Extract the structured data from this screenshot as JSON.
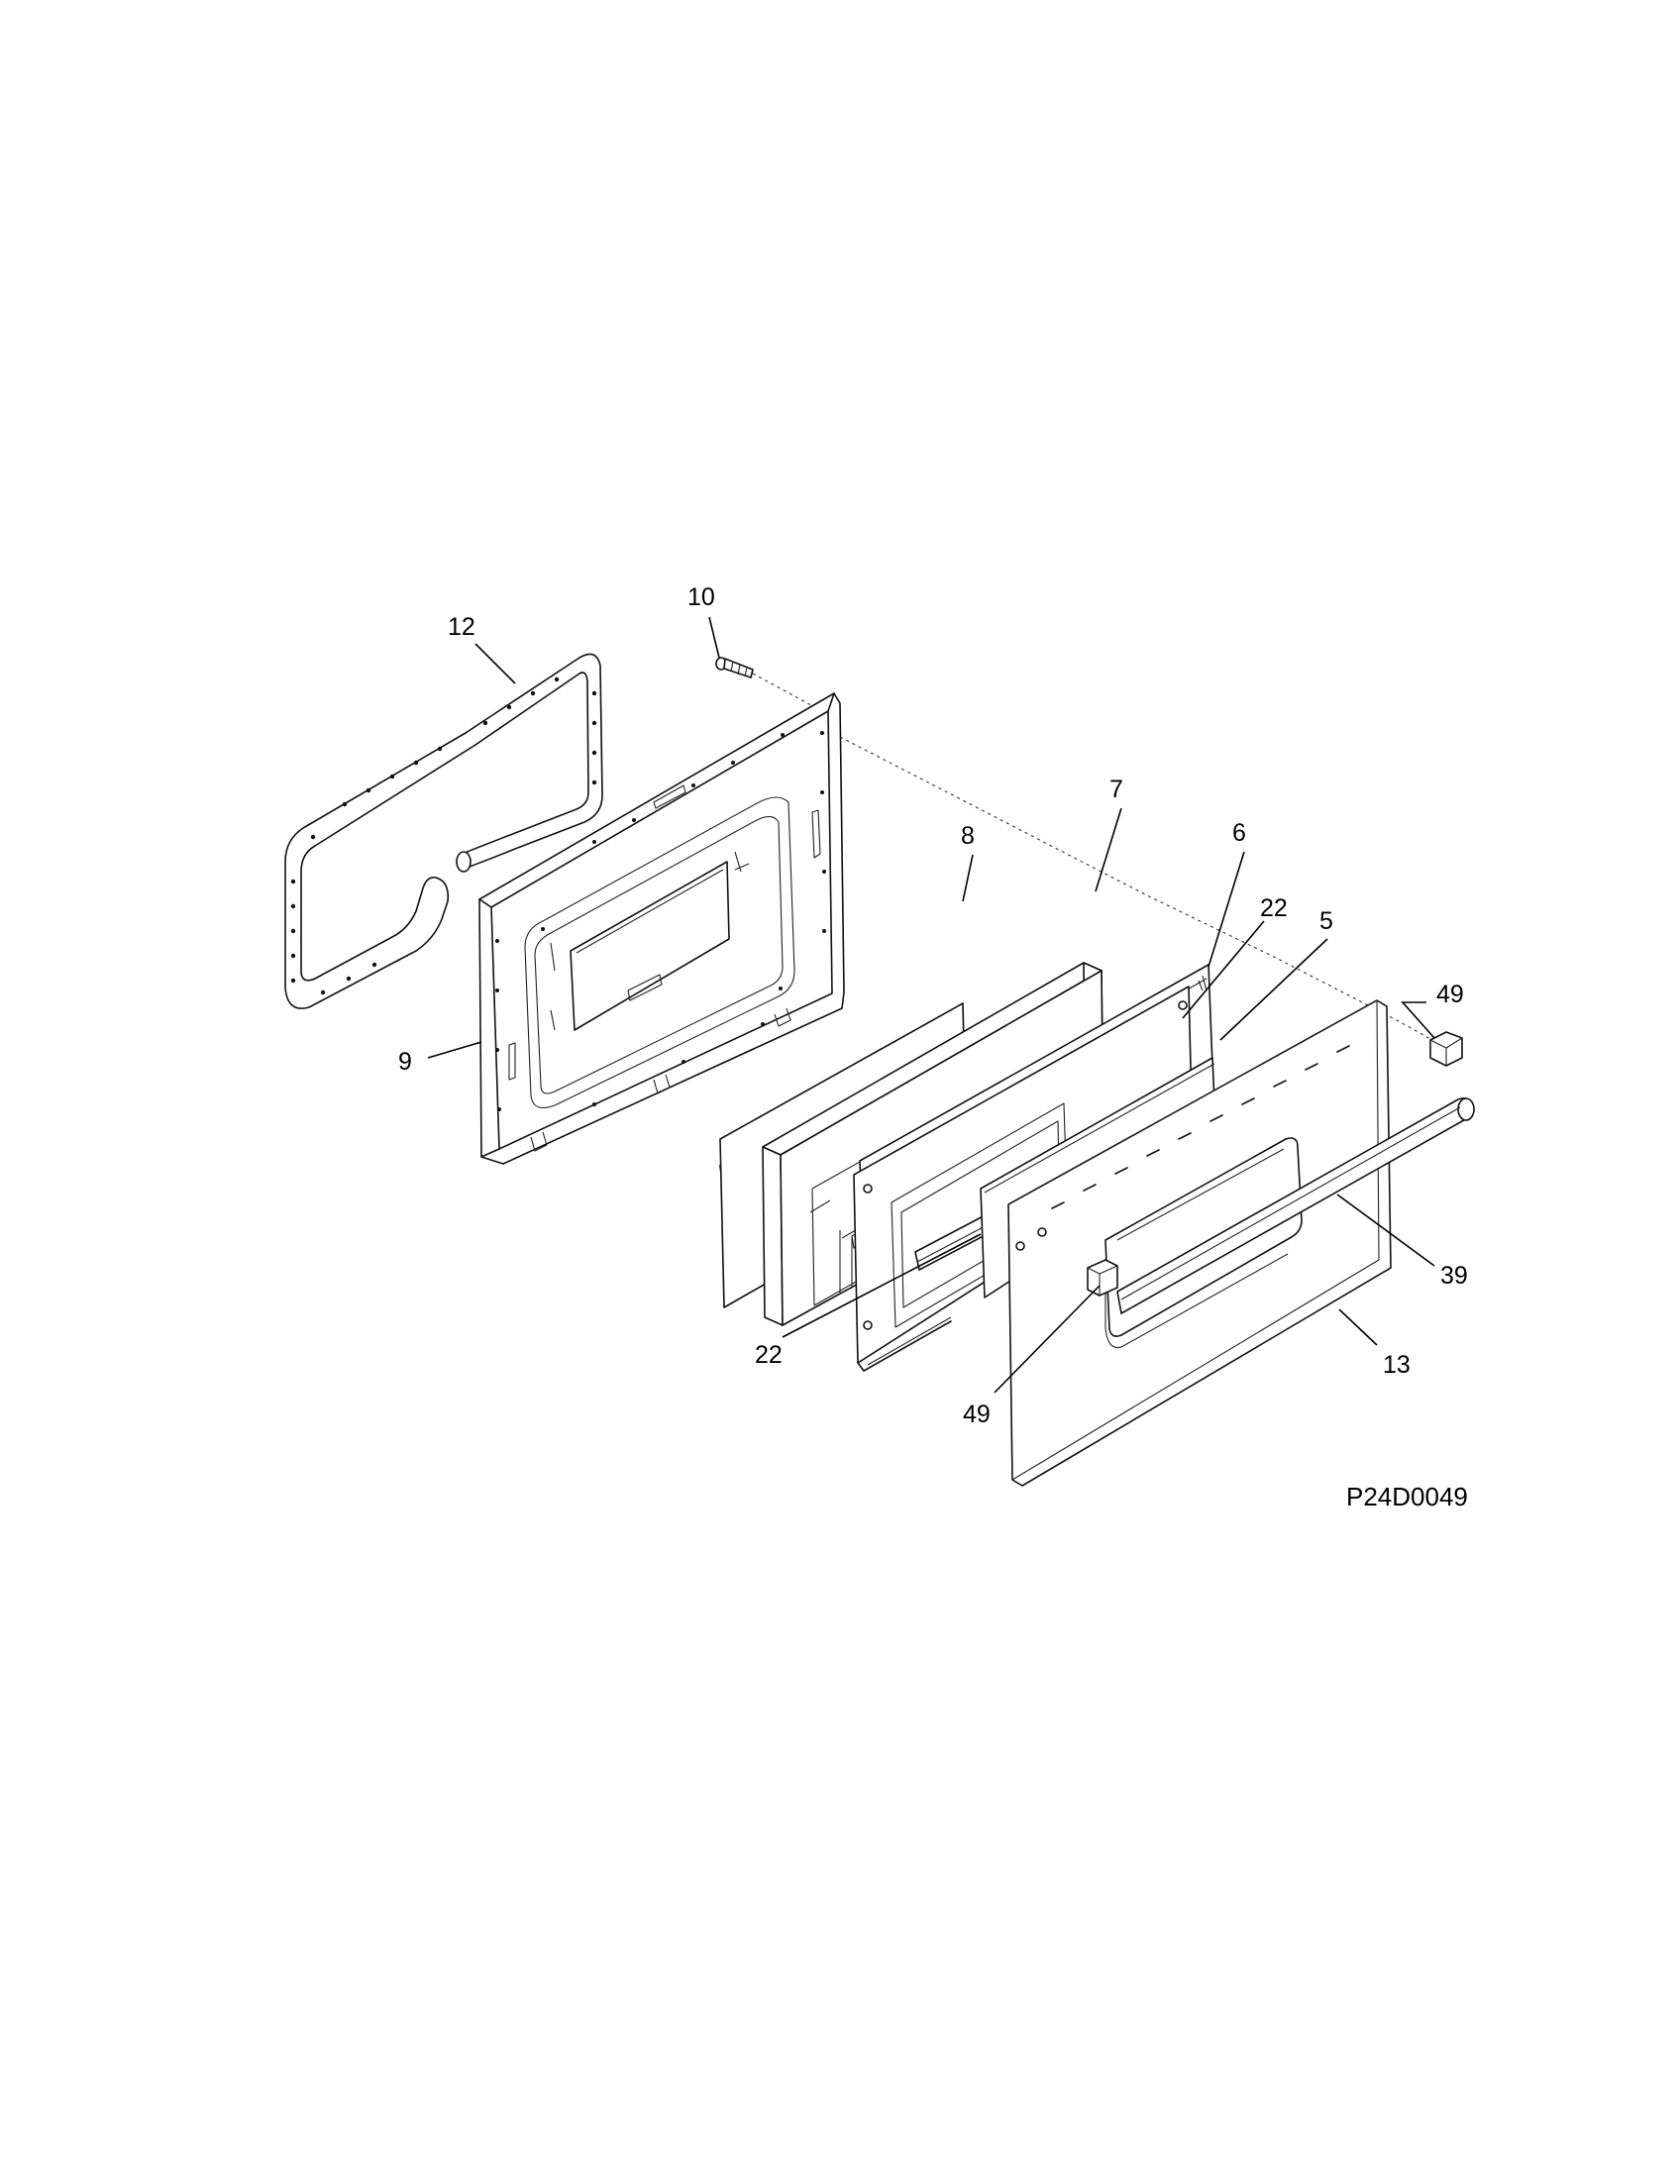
{
  "diagram_code": "P24D0049",
  "callouts": {
    "c12": "12",
    "c10": "10",
    "c9": "9",
    "c8": "8",
    "c7": "7",
    "c6": "6",
    "c22_top": "22",
    "c5": "5",
    "c49_top": "49",
    "c39": "39",
    "c13": "13",
    "c49_bottom": "49",
    "c22_bottom": "22"
  },
  "line_color": "#111111",
  "background_color": "#ffffff"
}
